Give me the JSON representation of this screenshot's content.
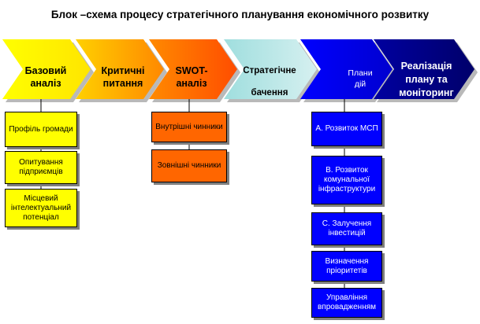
{
  "title": "Блок –схема процесу стратегічного планування економічного розвитку",
  "stages": [
    {
      "label": "Базовий аналіз",
      "color": "#ffff00"
    },
    {
      "label": "Критичні питання",
      "color": "#ff9900"
    },
    {
      "label": "SWOT-аналіз",
      "color": "#ff6600"
    },
    {
      "label": "Стратегічне бачення",
      "color": "#b7e3e3"
    },
    {
      "label": "Плани дій",
      "color": "#0000ff"
    },
    {
      "label": "Реалізація плану та моніторинг",
      "color": "#000080"
    }
  ],
  "basic_analysis_items": [
    "Профіль громади",
    "Опитування підприємців",
    "Місцевий інтелектуальний потенціал"
  ],
  "swot_items": [
    "Внутрішні чинники",
    "Зовнішні чинники"
  ],
  "action_items": [
    "А. Розвиток МСП",
    "В. Розвиток комунальної інфраструктури",
    "С. Залучення інвестицій",
    "Визначення пріоритетів",
    "Управління впровадженням"
  ]
}
